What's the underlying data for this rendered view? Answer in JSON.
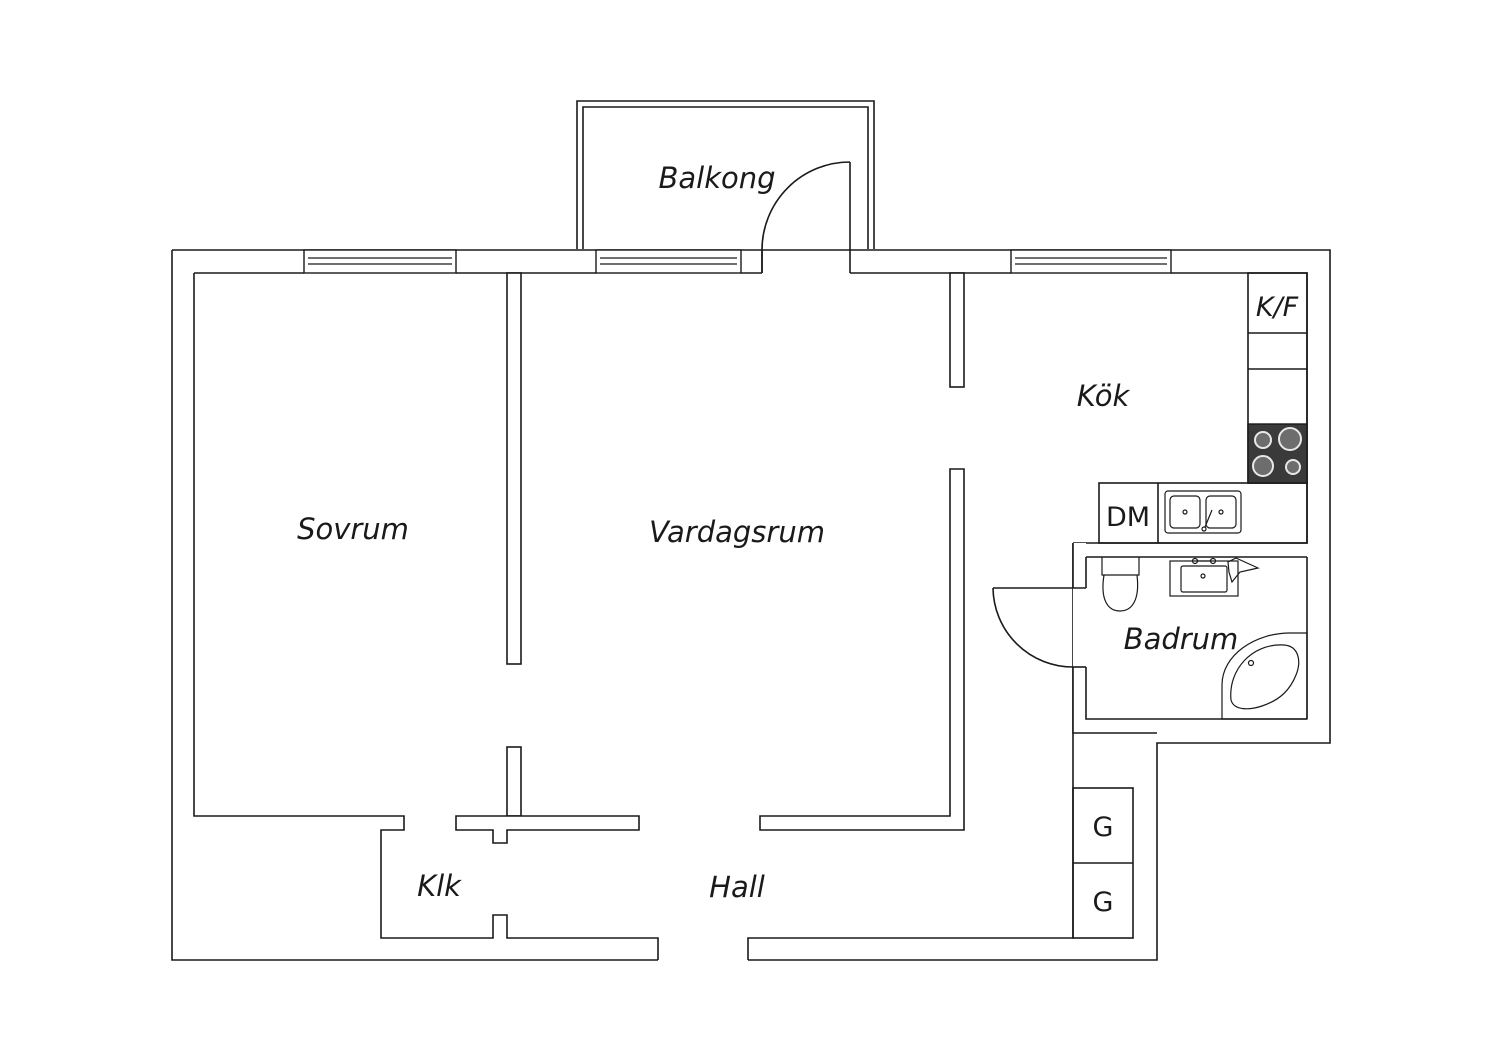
{
  "floor_plan": {
    "rooms": {
      "balkong": "Balkong",
      "sovrum": "Sovrum",
      "vardagsrum": "Vardagsrum",
      "kok": "Kök",
      "badrum": "Badrum",
      "klk": "Klk",
      "hall": "Hall"
    },
    "fixtures": {
      "kyl_frys": "K/F",
      "diskmaskin": "DM",
      "garderob_1": "G",
      "garderob_2": "G"
    },
    "colors": {
      "line": "#1a1a1a",
      "background": "#ffffff",
      "stove": "#3a3a3a"
    }
  }
}
